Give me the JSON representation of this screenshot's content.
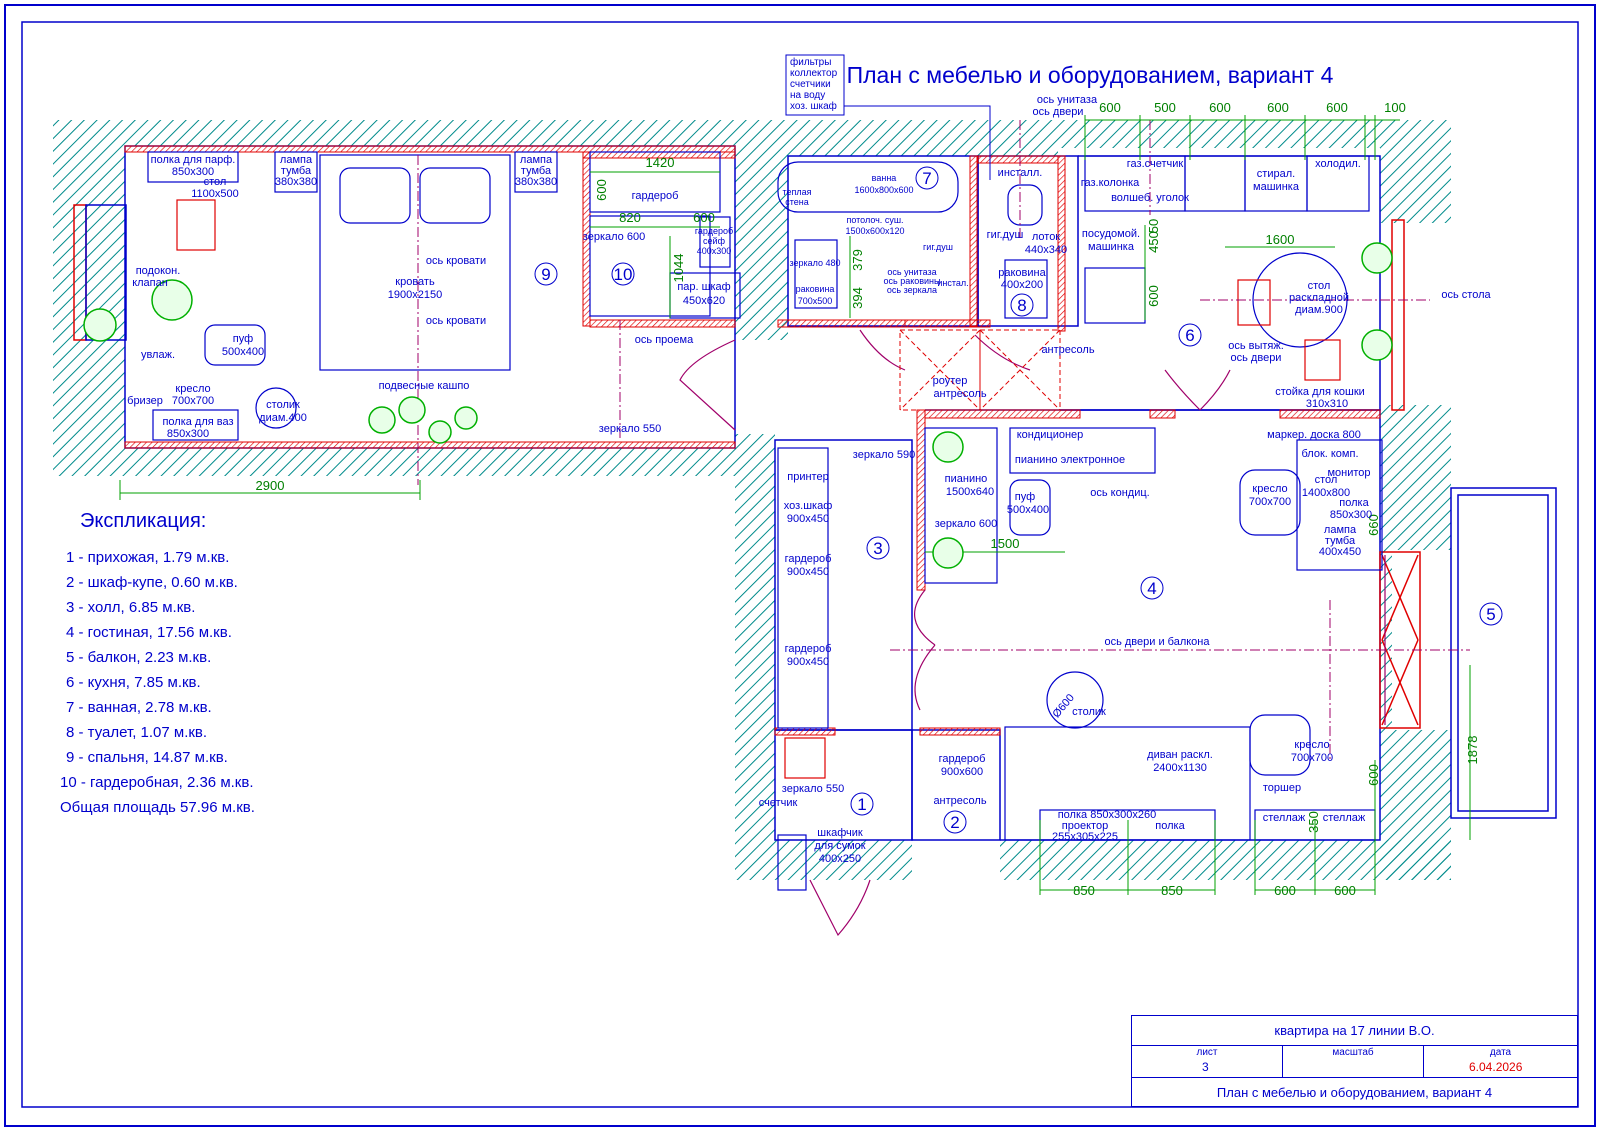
{
  "title": "План с мебелью и оборудованием, вариант 4",
  "dims": {
    "top": [
      "600",
      "500",
      "600",
      "600",
      "600",
      "100"
    ],
    "bedroom_width": "2900",
    "wardrobe_1420": "1420",
    "wardrobe_600v": "600",
    "wardrobe_820": "820",
    "wardrobe_600h": "600",
    "d1044": "1044",
    "d379": "379",
    "d394": "394",
    "d450": "450",
    "d50": "50",
    "d600k": "600",
    "d1600": "1600",
    "d1500": "1500",
    "d660": "660",
    "d1878": "1878",
    "d600b": "600",
    "d350": "350",
    "bottom": [
      "850",
      "850",
      "600",
      "600"
    ]
  },
  "rooms": [
    "1",
    "2",
    "3",
    "4",
    "5",
    "6",
    "7",
    "8",
    "9",
    "10"
  ],
  "labels": {
    "filters": [
      "фильтры",
      "коллектор",
      "счетчики",
      "на воду",
      "хоз. шкаф"
    ],
    "shelf_perf": [
      "полка для парф.",
      "850х300"
    ],
    "lamp1": [
      "лампа",
      "тумба",
      "380х380"
    ],
    "lamp2": [
      "лампа",
      "тумба",
      "380х380"
    ],
    "table_bed": [
      "стол",
      "1100х500"
    ],
    "bed": [
      "кровать",
      "1900х2150"
    ],
    "bed_axis1": "ось кровати",
    "bed_axis2": "ось кровати",
    "sill": [
      "подокон.",
      "клапан"
    ],
    "humid": "увлаж.",
    "pouf_bed": [
      "пуф",
      "500х400"
    ],
    "chair_bed": [
      "кресло",
      "700х700"
    ],
    "breezer": "бризер",
    "coffee_bed": [
      "столик",
      "диам.400"
    ],
    "vase_shelf": [
      "полка для ваз",
      "850х300"
    ],
    "planters": "подвесные кашпо",
    "wardrobe_label": "гардероб",
    "mirror600": "зеркало 600",
    "safe": [
      "гардероб",
      "сейф",
      "400х300"
    ],
    "steam": [
      "пар. шкаф",
      "450х620"
    ],
    "opening_axis": "ось проема",
    "mirror550": "зеркало 550",
    "bath": [
      "ванна",
      "1600х800х600"
    ],
    "warm_wall": [
      "теплая",
      "стена"
    ],
    "ceil_dryer": [
      "потолоч. суш.",
      "1500х600х120"
    ],
    "mirror480": "зеркало 480",
    "sink_bath": [
      "раковина",
      "700х500"
    ],
    "hyg_shower": "гиг.душ",
    "wc_axes": [
      "ось унитаза",
      "ось раковины",
      "ось зеркала"
    ],
    "install_small": "инстал.",
    "wc_axis": "ось унитаза",
    "door_axis": "ось двери",
    "install": "инсталл.",
    "hyg_shower2": "гиг.душ",
    "tray": [
      "лоток",
      "440х340"
    ],
    "sink_wc": [
      "раковина",
      "400х200"
    ],
    "gas_meter": "газ.счетчик",
    "gas_boiler": "газ.колонка",
    "magic_corner": "волшеб. уголок",
    "dishwasher": [
      "посудомой.",
      "машинка"
    ],
    "washer": [
      "стирал.",
      "машинка"
    ],
    "fridge": "холодил.",
    "dining": [
      "стол",
      "раскладной",
      "диам.900"
    ],
    "table_axis": "ось стола",
    "mezz": "антресоль",
    "router": [
      "роутер",
      "антресоль"
    ],
    "hood_axis": [
      "ось вытяж.",
      "ось двери"
    ],
    "cat": [
      "стойка для кошки",
      "310х310"
    ],
    "ac": "кондиционер",
    "epiano": "пианино электронное",
    "mirror590": "зеркало 590",
    "piano": [
      "пианино",
      "1500х640"
    ],
    "pouf_liv": [
      "пуф",
      "500х400"
    ],
    "ac_axis": "ось кондиц.",
    "mirror600b": "зеркало 600",
    "marker": "маркер. доска 800",
    "unit": "блок. комп.",
    "monitor": "монитор",
    "desk": [
      "стол",
      "1400х800"
    ],
    "shelf_desk": [
      "полка",
      "850х300"
    ],
    "chair_desk": [
      "кресло",
      "700х700"
    ],
    "lamp3": [
      "лампа",
      "тумба",
      "400х450"
    ],
    "printer": "принтер",
    "hoz": [
      "хоз.шкаф",
      "900х450"
    ],
    "closet1": [
      "гардероб",
      "900х450"
    ],
    "closet2": [
      "гардероб",
      "900х450"
    ],
    "balcony_axis": "ось двери и балкона",
    "coffee_liv_dia": "Ø600",
    "coffee_liv": "столик",
    "sofa": [
      "диван раскл.",
      "2400х1130"
    ],
    "chair_liv": [
      "кресло",
      "700х700"
    ],
    "floor_lamp": "торшер",
    "shelf_tv": "полка 850х300х260",
    "projector": [
      "проектор",
      "255х305х225"
    ],
    "shelf": "полка",
    "stellage1": "стеллаж",
    "stellage2": "стеллаж",
    "mirror550b": "зеркало 550",
    "meter": "счетчик",
    "closet_small": [
      "гардероб",
      "900х600"
    ],
    "mezz2": "антресоль",
    "bags": [
      "шкафчик",
      "для сумок",
      "400х250"
    ]
  },
  "explication": {
    "title": "Экспликация:",
    "items": [
      "1 - прихожая, 1.79 м.кв.",
      "2 - шкаф-купе, 0.60 м.кв.",
      "3 - холл, 6.85 м.кв.",
      "4 - гостиная, 17.56 м.кв.",
      "5 - балкон, 2.23 м.кв.",
      "6 - кухня, 7.85 м.кв.",
      "7 - ванная, 2.78 м.кв.",
      "8 - туалет, 1.07 м.кв.",
      "9 - спальня, 14.87 м.кв.",
      "10 - гардеробная, 2.36 м.кв."
    ],
    "total": "Общая площадь 57.96 м.кв."
  },
  "titleblock": {
    "project": "квартира на 17 линии В.О.",
    "sheet_label": "лист",
    "sheet": "3",
    "scale_label": "масштаб",
    "scale": "",
    "date_label": "дата",
    "date": "6.04.2026",
    "name": "План с мебелью и оборудованием, вариант 4"
  },
  "colors": {
    "blue": "#0000cc",
    "red": "#e00000",
    "green": "#00a000",
    "teal": "#008b8b",
    "magenta": "#a0006a"
  }
}
